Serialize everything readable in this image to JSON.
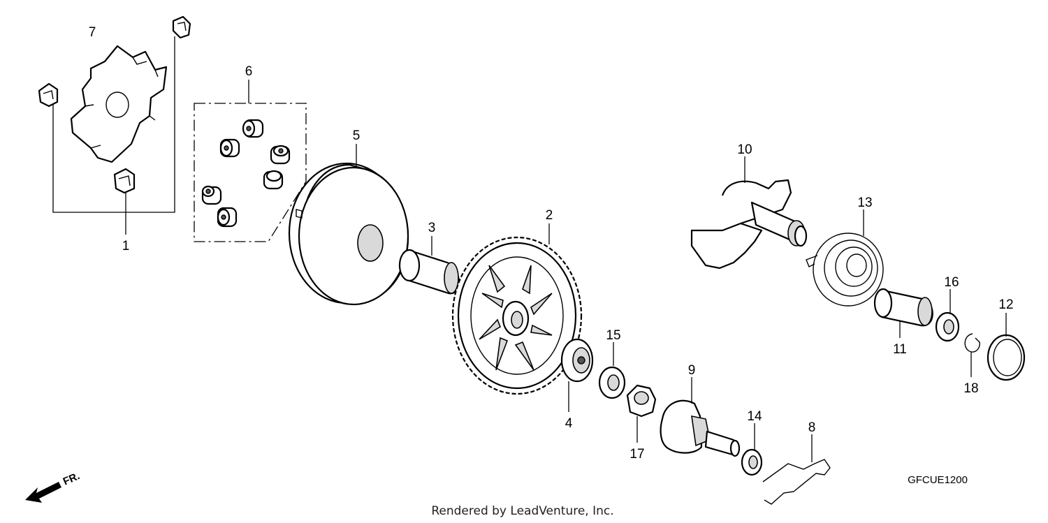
{
  "diagram": {
    "code": "GFCUE1200",
    "credit": "Rendered by LeadVenture, Inc.",
    "front_marker": "FR.",
    "callouts": [
      "1",
      "2",
      "3",
      "4",
      "5",
      "6",
      "7",
      "8",
      "9",
      "10",
      "11",
      "12",
      "13",
      "14",
      "15",
      "16",
      "17",
      "18"
    ]
  }
}
